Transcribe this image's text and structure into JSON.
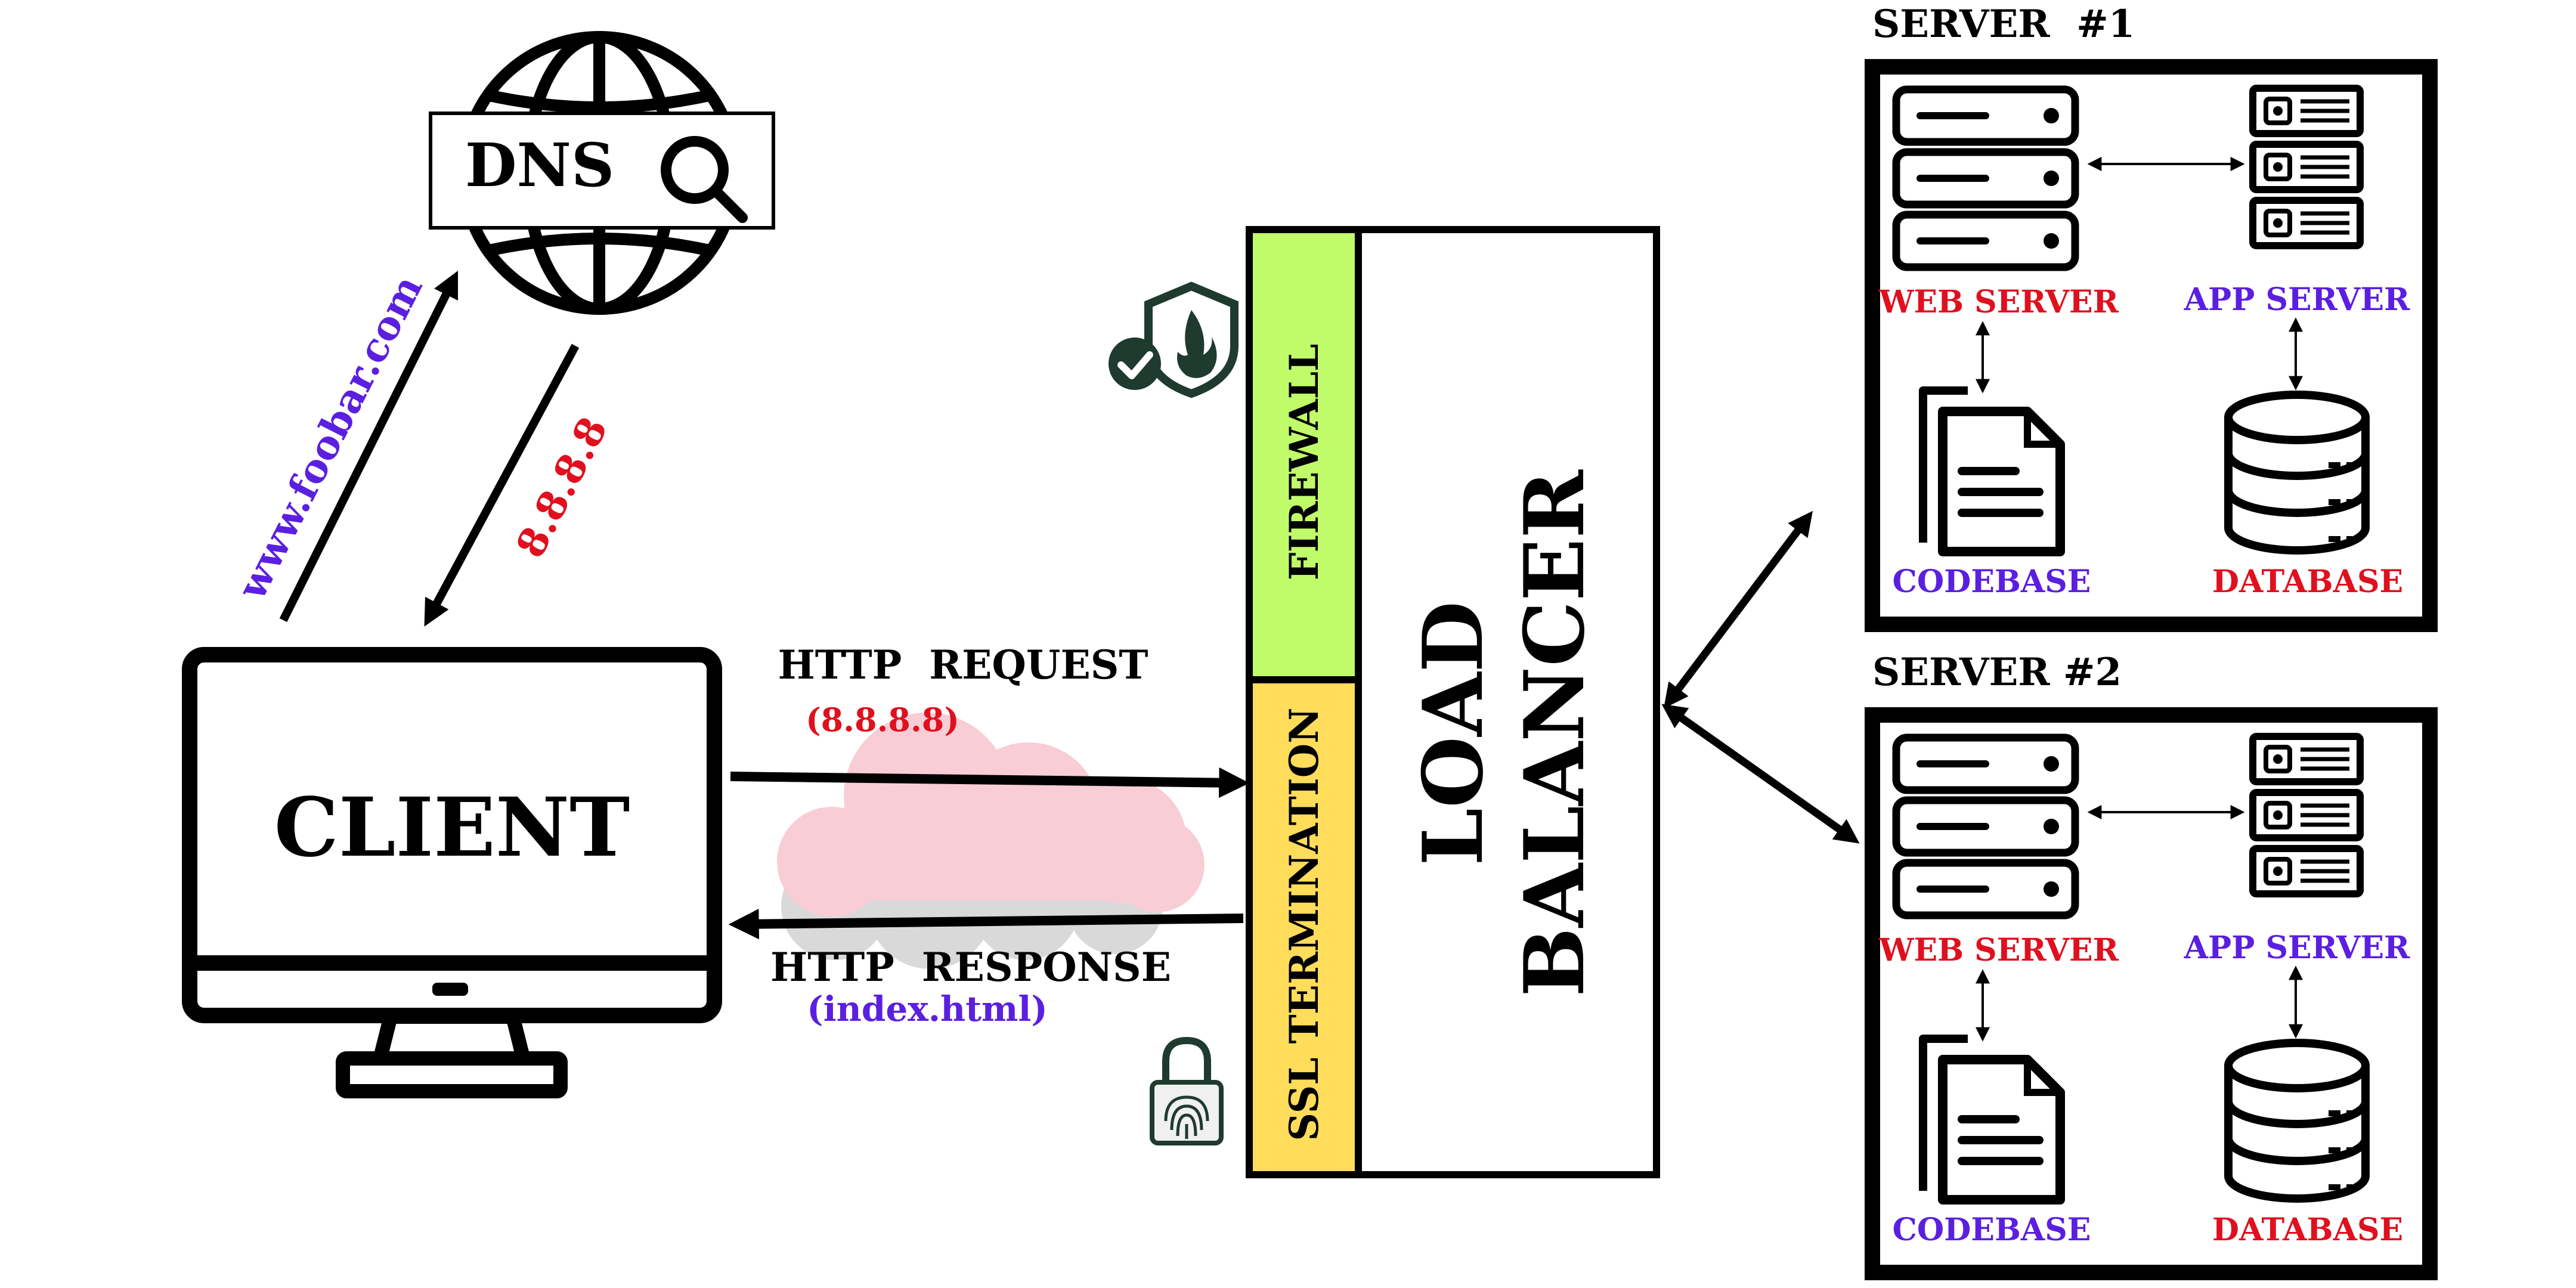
{
  "colors": {
    "black": "#000000",
    "red": "#e0101e",
    "purple": "#5b1fe0",
    "firewall_green": "#c0fb6a",
    "ssl_yellow": "#ffdc5a",
    "cloud_pink": "#f9cdd6",
    "cloud_grey": "#d9d9d9",
    "icon_dark_green": "#1f3a2e"
  },
  "dns": {
    "label": "DNS",
    "icons": [
      "globe-icon",
      "magnifier-icon"
    ]
  },
  "client": {
    "label": "CLIENT",
    "icon": "monitor-icon"
  },
  "dns_lookup": {
    "request_label": "www.foobar.com",
    "response_label": "8.8.8.8"
  },
  "http": {
    "request_label": "HTTP  REQUEST",
    "request_detail": "(8.8.8.8)",
    "response_label": "HTTP  RESPONSE",
    "response_detail": "(index.html)",
    "icon": "cloud-icon"
  },
  "load_balancer": {
    "label_line1": "LOAD",
    "label_line2": "BALANCER",
    "firewall_label": "FIREWALL",
    "ssl_label": "SSL TERMINATION",
    "firewall_icon": "shield-check-icon",
    "ssl_icon": "fingerprint-lock-icon"
  },
  "servers": [
    {
      "title": "SERVER  #1",
      "web_server_label": "WEB SERVER",
      "app_server_label": "APP SERVER",
      "codebase_label": "CODEBASE",
      "database_label": "DATABASE"
    },
    {
      "title": "SERVER #2",
      "web_server_label": "WEB SERVER",
      "app_server_label": "APP SERVER",
      "codebase_label": "CODEBASE",
      "database_label": "DATABASE"
    }
  ]
}
